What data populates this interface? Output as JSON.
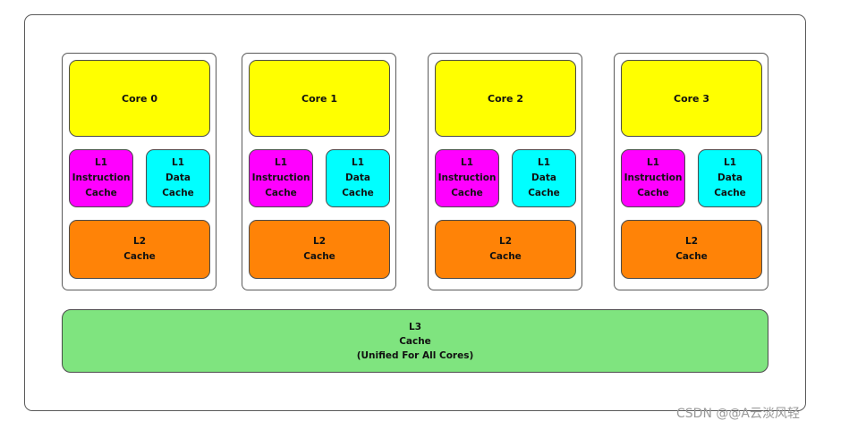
{
  "cores": [
    {
      "name": "Core 0",
      "l1_instruction": [
        "L1",
        "Instruction",
        "Cache"
      ],
      "l1_data": [
        "L1",
        "Data",
        "Cache"
      ],
      "l2": [
        "L2",
        "Cache"
      ]
    },
    {
      "name": "Core 1",
      "l1_instruction": [
        "L1",
        "Instruction",
        "Cache"
      ],
      "l1_data": [
        "L1",
        "Data",
        "Cache"
      ],
      "l2": [
        "L2",
        "Cache"
      ]
    },
    {
      "name": "Core 2",
      "l1_instruction": [
        "L1",
        "Instruction",
        "Cache"
      ],
      "l1_data": [
        "L1",
        "Data",
        "Cache"
      ],
      "l2": [
        "L2",
        "Cache"
      ]
    },
    {
      "name": "Core 3",
      "l1_instruction": [
        "L1",
        "Instruction",
        "Cache"
      ],
      "l1_data": [
        "L1",
        "Data",
        "Cache"
      ],
      "l2": [
        "L2",
        "Cache"
      ]
    }
  ],
  "l3": [
    "L3",
    "Cache",
    "(Unified For All Cores)"
  ],
  "watermark": "CSDN @@A云淡风轻",
  "colors": {
    "core": "#ffff00",
    "l1_instruction": "#ff00ff",
    "l1_data": "#00ffff",
    "l2": "#ff8307",
    "l3": "#7fe47f"
  }
}
